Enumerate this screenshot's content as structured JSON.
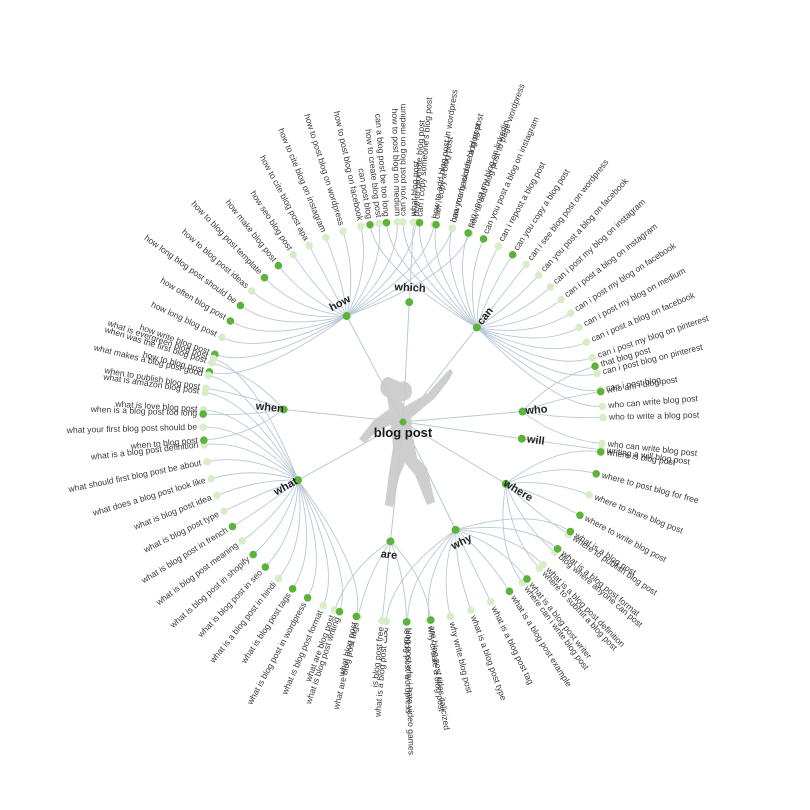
{
  "center": {
    "label": "blog post"
  },
  "colors": {
    "edge": "#b8c8d6",
    "node_dark": "#5db33a",
    "node_light": "#d8ecc8",
    "text": "#3a3a3a"
  },
  "icons": {
    "silhouette": "person-silhouette-icon"
  },
  "groups": [
    {
      "key": "how",
      "label": "how",
      "angle": -118,
      "leaves": [
        "how to blog post",
        "how write blog post",
        "how long blog post",
        "how often blog post",
        "how long blog post should be",
        "how to blog post ideas",
        "how to blog post template",
        "how make blog post",
        "how seo blog post",
        "how to cite blog post apa",
        "how to cite blog on instagram",
        "how to post blog on wordpress",
        "how to post blog on facebook",
        "how to create blog post",
        "how to post blog on medium",
        "how to promote blog post",
        "how to add blog post in wordpress",
        "how many words blog post",
        "how to add blog post to page wordpress"
      ]
    },
    {
      "key": "which",
      "label": "which",
      "angle": -87,
      "leaves": [
        "what blog post"
      ]
    },
    {
      "key": "can",
      "label": "can",
      "angle": -52,
      "leaves": [
        "can post blog",
        "can a blog post be too long",
        "can you post blog on medium",
        "can i copy someone's blog post",
        "can i copy a blog post",
        "can you backdate a blog post",
        "can i post my blog on linkedin",
        "can you post a blog on instagram",
        "can i repost a blog post",
        "can you copy a blog post",
        "can i see blog post on wordpress",
        "can you post a blog on facebook",
        "can i post my blog on instagram",
        "can i post a blog on instagram",
        "can i post my blog on facebook",
        "can i post my blog on medium",
        "can i post a blog on facebook",
        "can i post my blog on pinterest",
        "can i post blog on pinterest",
        "can i post blog",
        "who can write blog post"
      ]
    },
    {
      "key": "who",
      "label": "who",
      "angle": -5,
      "leaves": [
        "that blog post",
        "who am i blog post",
        "who to write a blog post",
        "who can write blog post"
      ]
    },
    {
      "key": "will",
      "label": "will",
      "angle": 8,
      "leaves": [
        "writing a will blog post"
      ]
    },
    {
      "key": "where",
      "label": "where",
      "angle": 31,
      "leaves": [
        "where is blog post",
        "where to post blog for free",
        "where to share blog post",
        "where to write blog post",
        "where to publish blog post",
        "blog where anyone can post",
        "where to submit a blog post",
        "where can i write blog post"
      ]
    },
    {
      "key": "why",
      "label": "why",
      "angle": 64,
      "leaves": [
        "what is a blog post",
        "what is a blog post format",
        "what is a blog post definition",
        "what is a blog post writer",
        "what is a blog post example",
        "what is a blog post tag",
        "what is a blog post type",
        "why write blog post",
        "why create a blog post",
        "blog post why i hate video games",
        "what is a blog post بحث"
      ]
    },
    {
      "key": "are",
      "label": "are",
      "angle": 96,
      "leaves": [
        "are blog post titles italicized",
        "is blog post wordpress",
        "is blog post free",
        "what are blog post tags",
        "what are blog post"
      ]
    },
    {
      "key": "what",
      "label": "what",
      "angle": 151,
      "leaves": [
        "what blog post",
        "what is blog post writing",
        "what is blog post format",
        "what is blog post in wordpress",
        "what is blog post tags",
        "what is a blog post in hindi",
        "what is blog post in seo",
        "what is blog post in shopify",
        "what is blog post meaning",
        "what is blog post in french",
        "what is blog post type",
        "what is blog post idea",
        "what does a blog post look like",
        "what should first blog post be about",
        "what is a blog post definition",
        "what your first blog post should be",
        "what is love blog post",
        "what is amazon blog post",
        "what makes a blog post good",
        "what is evergreen blog post"
      ]
    },
    {
      "key": "when",
      "label": "when",
      "angle": -174,
      "leaves": [
        "when to blog post",
        "when is a blog post too long",
        "when to publish blog post",
        "when was the first blog post"
      ]
    }
  ]
}
